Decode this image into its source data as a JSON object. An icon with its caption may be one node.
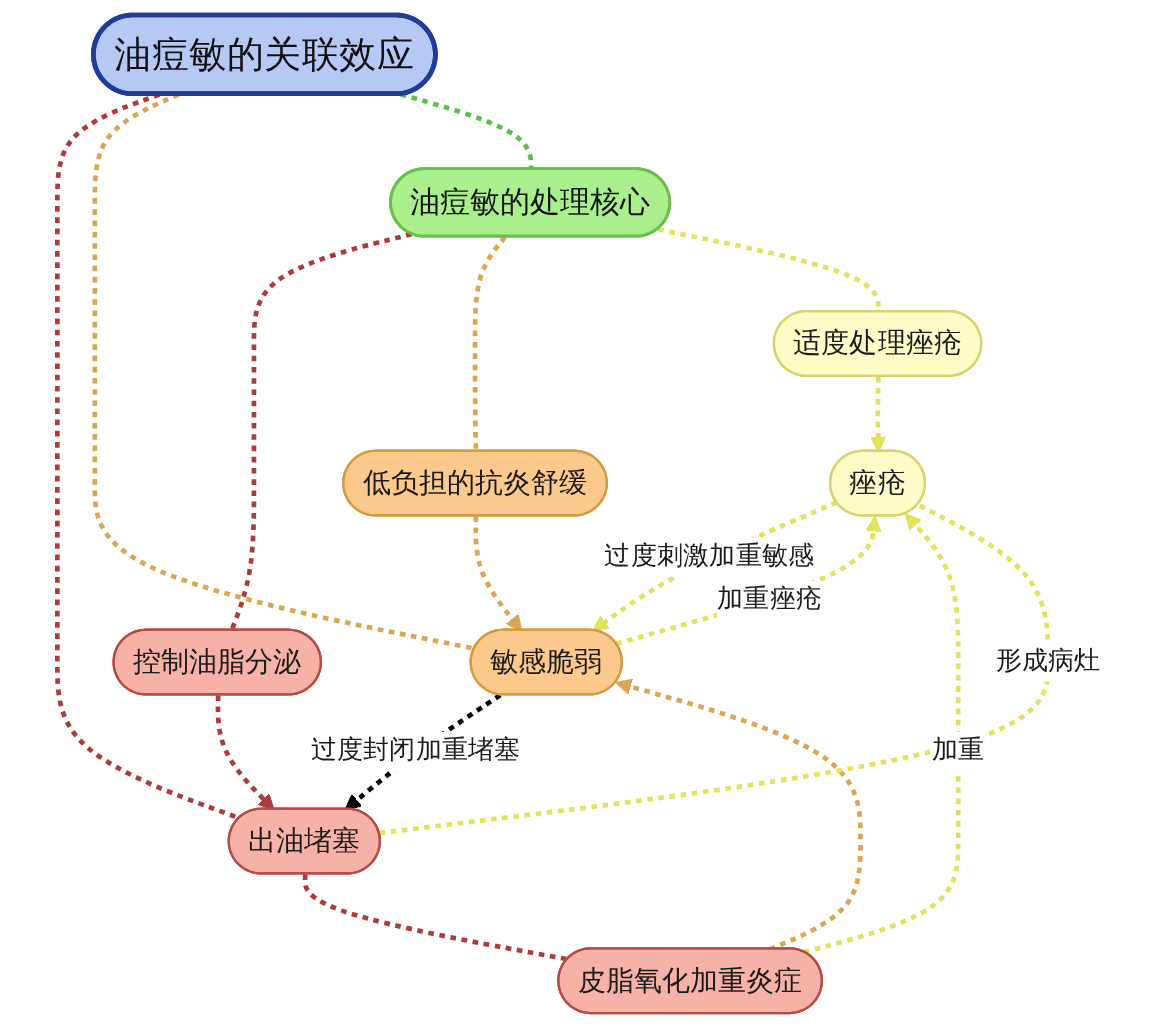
{
  "diagram": {
    "nodes": [
      {
        "text": [
          "痤疮"
        ]
      },
      {
        "text": [
          "皮脂氧化加重炎症"
        ]
      },
      {
        "text": [
          "出油堵塞"
        ]
      },
      {
        "text": [
          "敏感脆弱"
        ]
      },
      {
        "text": [
          "油痘敏的关联效应"
        ]
      },
      {
        "text": [
          "油痘敏的处理核心"
        ]
      },
      {
        "text": [
          "控制油脂分泌"
        ]
      },
      {
        "text": [
          "低负担的抗炎舒缓"
        ]
      },
      {
        "text": [
          "适度处理痤疮"
        ]
      }
    ],
    "edges": [
      {
        "from": 4,
        "to": 2,
        "arrow": "none",
        "style": "dashed",
        "color": "#b03a3a"
      },
      {
        "from": 4,
        "to": 3,
        "arrow": "none",
        "style": "dashed",
        "color": "#dba552"
      },
      {
        "from": 2,
        "to": 1,
        "arrow": "none",
        "style": "dashed",
        "color": "#b03a3a"
      },
      {
        "from": 1,
        "to": 3,
        "arrow": "to",
        "style": "dashed",
        "color": "#dba552"
      },
      {
        "from": 2,
        "to": 0,
        "arrow": "none",
        "label": "形成病灶",
        "style": "dashed"
      },
      {
        "from": 1,
        "to": 0,
        "arrow": "to",
        "label": "加重",
        "style": "dashed"
      },
      {
        "from": 3,
        "to": 0,
        "arrow": "to",
        "label": "加重痤疮",
        "style": "dashed"
      },
      {
        "from": 0,
        "to": 3,
        "arrow": "to",
        "label": "过度刺激加重敏感",
        "style": "dashed"
      },
      {
        "from": 3,
        "to": 2,
        "arrow": "to",
        "label": "过度封闭加重堵塞",
        "style": "dashed",
        "color": "#000000"
      },
      {
        "from": 4,
        "to": 5,
        "arrow": "none",
        "style": "dashed",
        "color": "#5cbf4a"
      },
      {
        "from": 5,
        "to": 6,
        "arrow": "none",
        "style": "dashed",
        "color": "#b03a3a"
      },
      {
        "from": 5,
        "to": 7,
        "arrow": "none",
        "style": "dashed",
        "color": "#dba552"
      },
      {
        "from": 5,
        "to": 8,
        "arrow": "none",
        "style": "dashed"
      },
      {
        "from": 6,
        "to": 2,
        "arrow": "to",
        "style": "dashed",
        "color": "#b03a3a"
      },
      {
        "from": 7,
        "to": 3,
        "arrow": "to",
        "style": "dashed",
        "color": "#dba552"
      },
      {
        "from": 8,
        "to": 0,
        "arrow": "to",
        "style": "dashed"
      }
    ]
  }
}
